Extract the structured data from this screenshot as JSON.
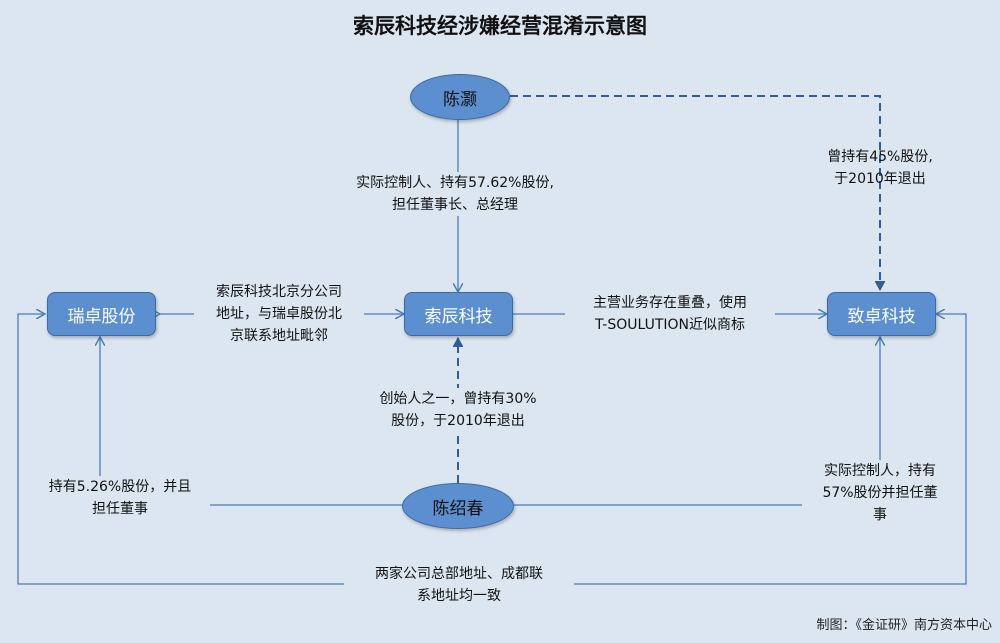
{
  "title": "索辰科技经涉嫌经营混淆示意图",
  "nodes": {
    "chenhao": "陈灏",
    "ruizhuo": "瑞卓股份",
    "suochen": "索辰科技",
    "zhizhuo": "致卓科技",
    "chenshaochun": "陈绍春"
  },
  "labels": {
    "chenhao_to_suochen": "实际控制人、持有57.62%股份,\n担任董事长、总经理",
    "chenhao_to_zhizhuo": "曾持有45%股份,\n于2010年退出",
    "ruizhuo_suochen": "索辰科技北京分公司\n地址，与瑞卓股份北\n京联系地址毗邻",
    "zhizhuo_suochen": "主营业务存在重叠，使用\nT-SOULUTION近似商标",
    "chenshaochun_to_suochen": "创始人之一，曾持有30%\n股份，于2010年退出",
    "chenshaochun_to_ruizhuo": "持有5.26%股份，并且\n担任董事",
    "chenshaochun_to_zhizhuo": "实际控制人，持有\n57%股份并担任董\n事",
    "bottom_link": "两家公司总部地址、成都联\n系地址均一致"
  },
  "credit": "制图：《金证研》南方资本中心",
  "colors": {
    "background": "#dce6f0",
    "node_fill": "#5b8fcf",
    "line": "#4a7db8",
    "dashed_line": "#2f5f96"
  }
}
